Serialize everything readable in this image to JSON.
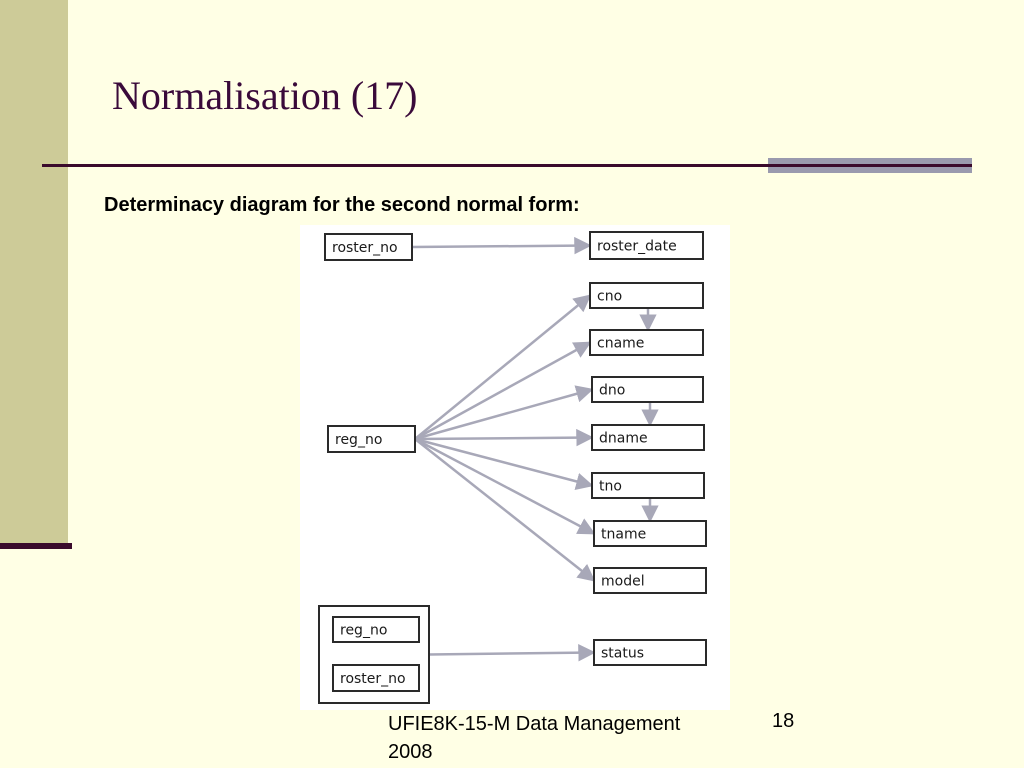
{
  "slide": {
    "title": "Normalisation (17)",
    "subtitle": "Determinacy diagram for the second normal form:",
    "footer": "UFIE8K-15-M Data Management 2008",
    "page_number": "18"
  },
  "diagram": {
    "nodes": [
      {
        "id": "roster_no_a",
        "label": "roster_no"
      },
      {
        "id": "roster_date",
        "label": "roster_date"
      },
      {
        "id": "cno",
        "label": "cno"
      },
      {
        "id": "cname",
        "label": "cname"
      },
      {
        "id": "dno",
        "label": "dno"
      },
      {
        "id": "dname",
        "label": "dname"
      },
      {
        "id": "reg_no_a",
        "label": "reg_no"
      },
      {
        "id": "tno",
        "label": "tno"
      },
      {
        "id": "tname",
        "label": "tname"
      },
      {
        "id": "model",
        "label": "model"
      },
      {
        "id": "reg_no_b",
        "label": "reg_no"
      },
      {
        "id": "roster_no_b",
        "label": "roster_no"
      },
      {
        "id": "status",
        "label": "status"
      }
    ],
    "edges": [
      {
        "from": "roster_no_a",
        "to": "roster_date"
      },
      {
        "from": "reg_no_a",
        "to": "cno"
      },
      {
        "from": "reg_no_a",
        "to": "cname"
      },
      {
        "from": "reg_no_a",
        "to": "dno"
      },
      {
        "from": "reg_no_a",
        "to": "dname"
      },
      {
        "from": "reg_no_a",
        "to": "tno"
      },
      {
        "from": "reg_no_a",
        "to": "tname"
      },
      {
        "from": "reg_no_a",
        "to": "model"
      },
      {
        "from": "cno",
        "to": "cname"
      },
      {
        "from": "dno",
        "to": "dname"
      },
      {
        "from": "tno",
        "to": "tname"
      },
      {
        "from": "composite_key",
        "to": "status"
      }
    ]
  }
}
